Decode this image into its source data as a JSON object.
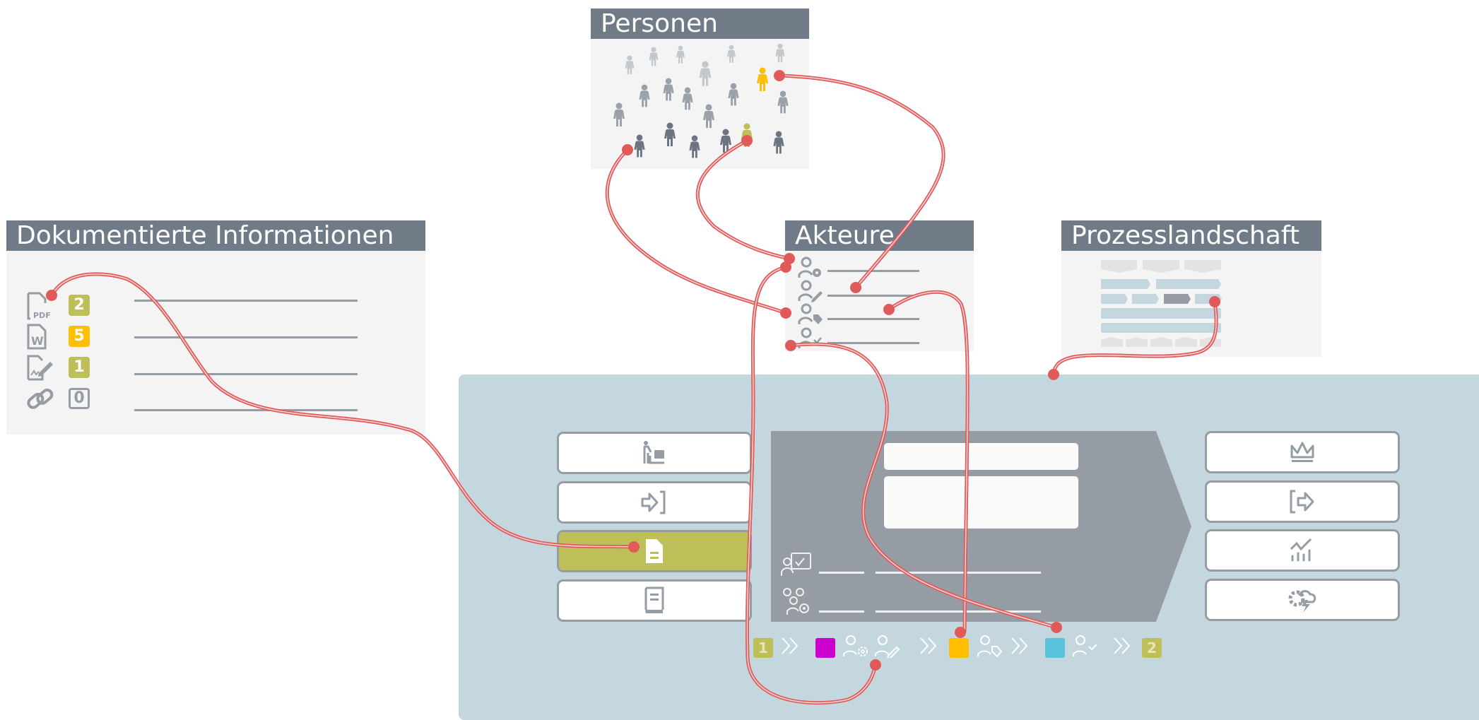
{
  "personen": {
    "title": "Personen"
  },
  "dokumente": {
    "title": "Dokumentierte Informationen",
    "items": [
      {
        "icon": "pdf-file-icon",
        "icon_text": "PDF",
        "count": "2",
        "color": "#bfbf5a"
      },
      {
        "icon": "word-file-icon",
        "icon_text": "W",
        "count": "5",
        "color": "#ffbf00"
      },
      {
        "icon": "signed-file-icon",
        "count": "1",
        "color": "#bfbf5a"
      },
      {
        "icon": "link-icon",
        "count": "0",
        "color": "outline"
      }
    ]
  },
  "akteure": {
    "title": "Akteure",
    "items": [
      {
        "icon": "person-gear-icon"
      },
      {
        "icon": "person-pencil-icon"
      },
      {
        "icon": "person-tag-icon"
      },
      {
        "icon": "person-check-icon"
      }
    ]
  },
  "prozesslandschaft": {
    "title": "Prozesslandschaft"
  },
  "process": {
    "left_buttons": [
      "worker-cart-icon",
      "input-icon",
      "document-icon",
      "book-icon"
    ],
    "active_left_button": 2,
    "right_buttons": [
      "crown-icon",
      "output-icon",
      "chart-icon",
      "risk-icon"
    ],
    "steps": {
      "start_badge": "1",
      "end_badge": "2",
      "colors": {
        "magenta": "#cc00cc",
        "yellow": "#ffbf00",
        "cyan": "#5bc2dc",
        "olive": "#bfbf5a"
      }
    }
  },
  "connector_color": "#e05a5a"
}
